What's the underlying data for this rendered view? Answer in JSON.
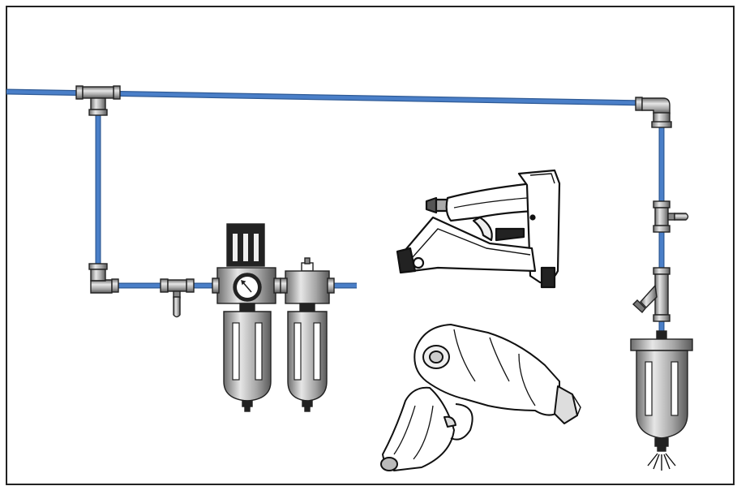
{
  "colors": {
    "pipe": "#4a7fc8",
    "pipe_edge": "#2e5a96",
    "metal_light": "#d8d8d8",
    "metal_mid": "#9a9a9a",
    "metal_dark": "#555555",
    "ink": "#111111",
    "frame": "#222222"
  },
  "components": [
    {
      "id": "main-line",
      "kind": "air-pipe"
    },
    {
      "id": "tee-fitting",
      "kind": "fitting"
    },
    {
      "id": "elbow-fitting-left",
      "kind": "fitting"
    },
    {
      "id": "elbow-fitting-right",
      "kind": "fitting"
    },
    {
      "id": "ball-valve-left",
      "kind": "valve"
    },
    {
      "id": "ball-valve-right",
      "kind": "valve"
    },
    {
      "id": "filter-regulator",
      "kind": "filter-regulator-with-gauge"
    },
    {
      "id": "lubricator",
      "kind": "lubricator"
    },
    {
      "id": "y-strainer",
      "kind": "strainer"
    },
    {
      "id": "drain-filter",
      "kind": "filter-with-drain"
    },
    {
      "id": "pneumatic-nailer",
      "kind": "air-tool"
    },
    {
      "id": "impact-wrench",
      "kind": "air-tool"
    }
  ]
}
